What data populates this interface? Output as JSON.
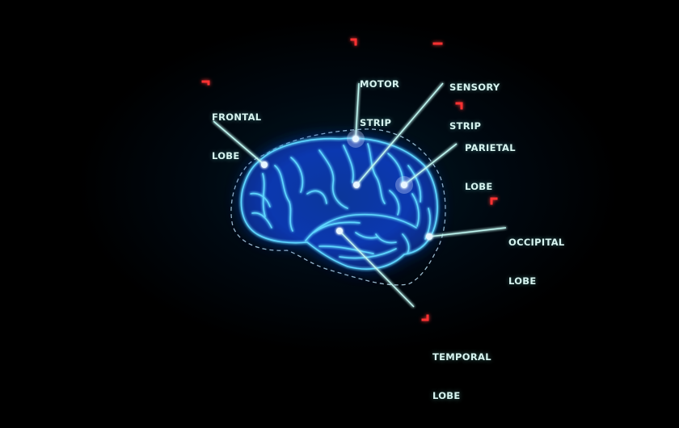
{
  "diagram": {
    "subject": "brain",
    "colors": {
      "background": "#000000",
      "brain_glow": "#1e6bff",
      "brain_lines": "#5fd6ff",
      "leader_lines": "#bff6f0",
      "marker": "#ff2020",
      "label_text": "#d8f4f0"
    },
    "labels": [
      {
        "id": "frontal",
        "line1": "FRONTAL",
        "line2": "LOBE"
      },
      {
        "id": "motor",
        "line1": "MOTOR",
        "line2": "STRIP"
      },
      {
        "id": "sensory",
        "line1": "SENSORY",
        "line2": "STRIP"
      },
      {
        "id": "parietal",
        "line1": "PARIETAL",
        "line2": "LOBE"
      },
      {
        "id": "occipital",
        "line1": "OCCIPITAL",
        "line2": "LOBE"
      },
      {
        "id": "temporal",
        "line1": "TEMPORAL",
        "line2": "LOBE"
      }
    ]
  }
}
